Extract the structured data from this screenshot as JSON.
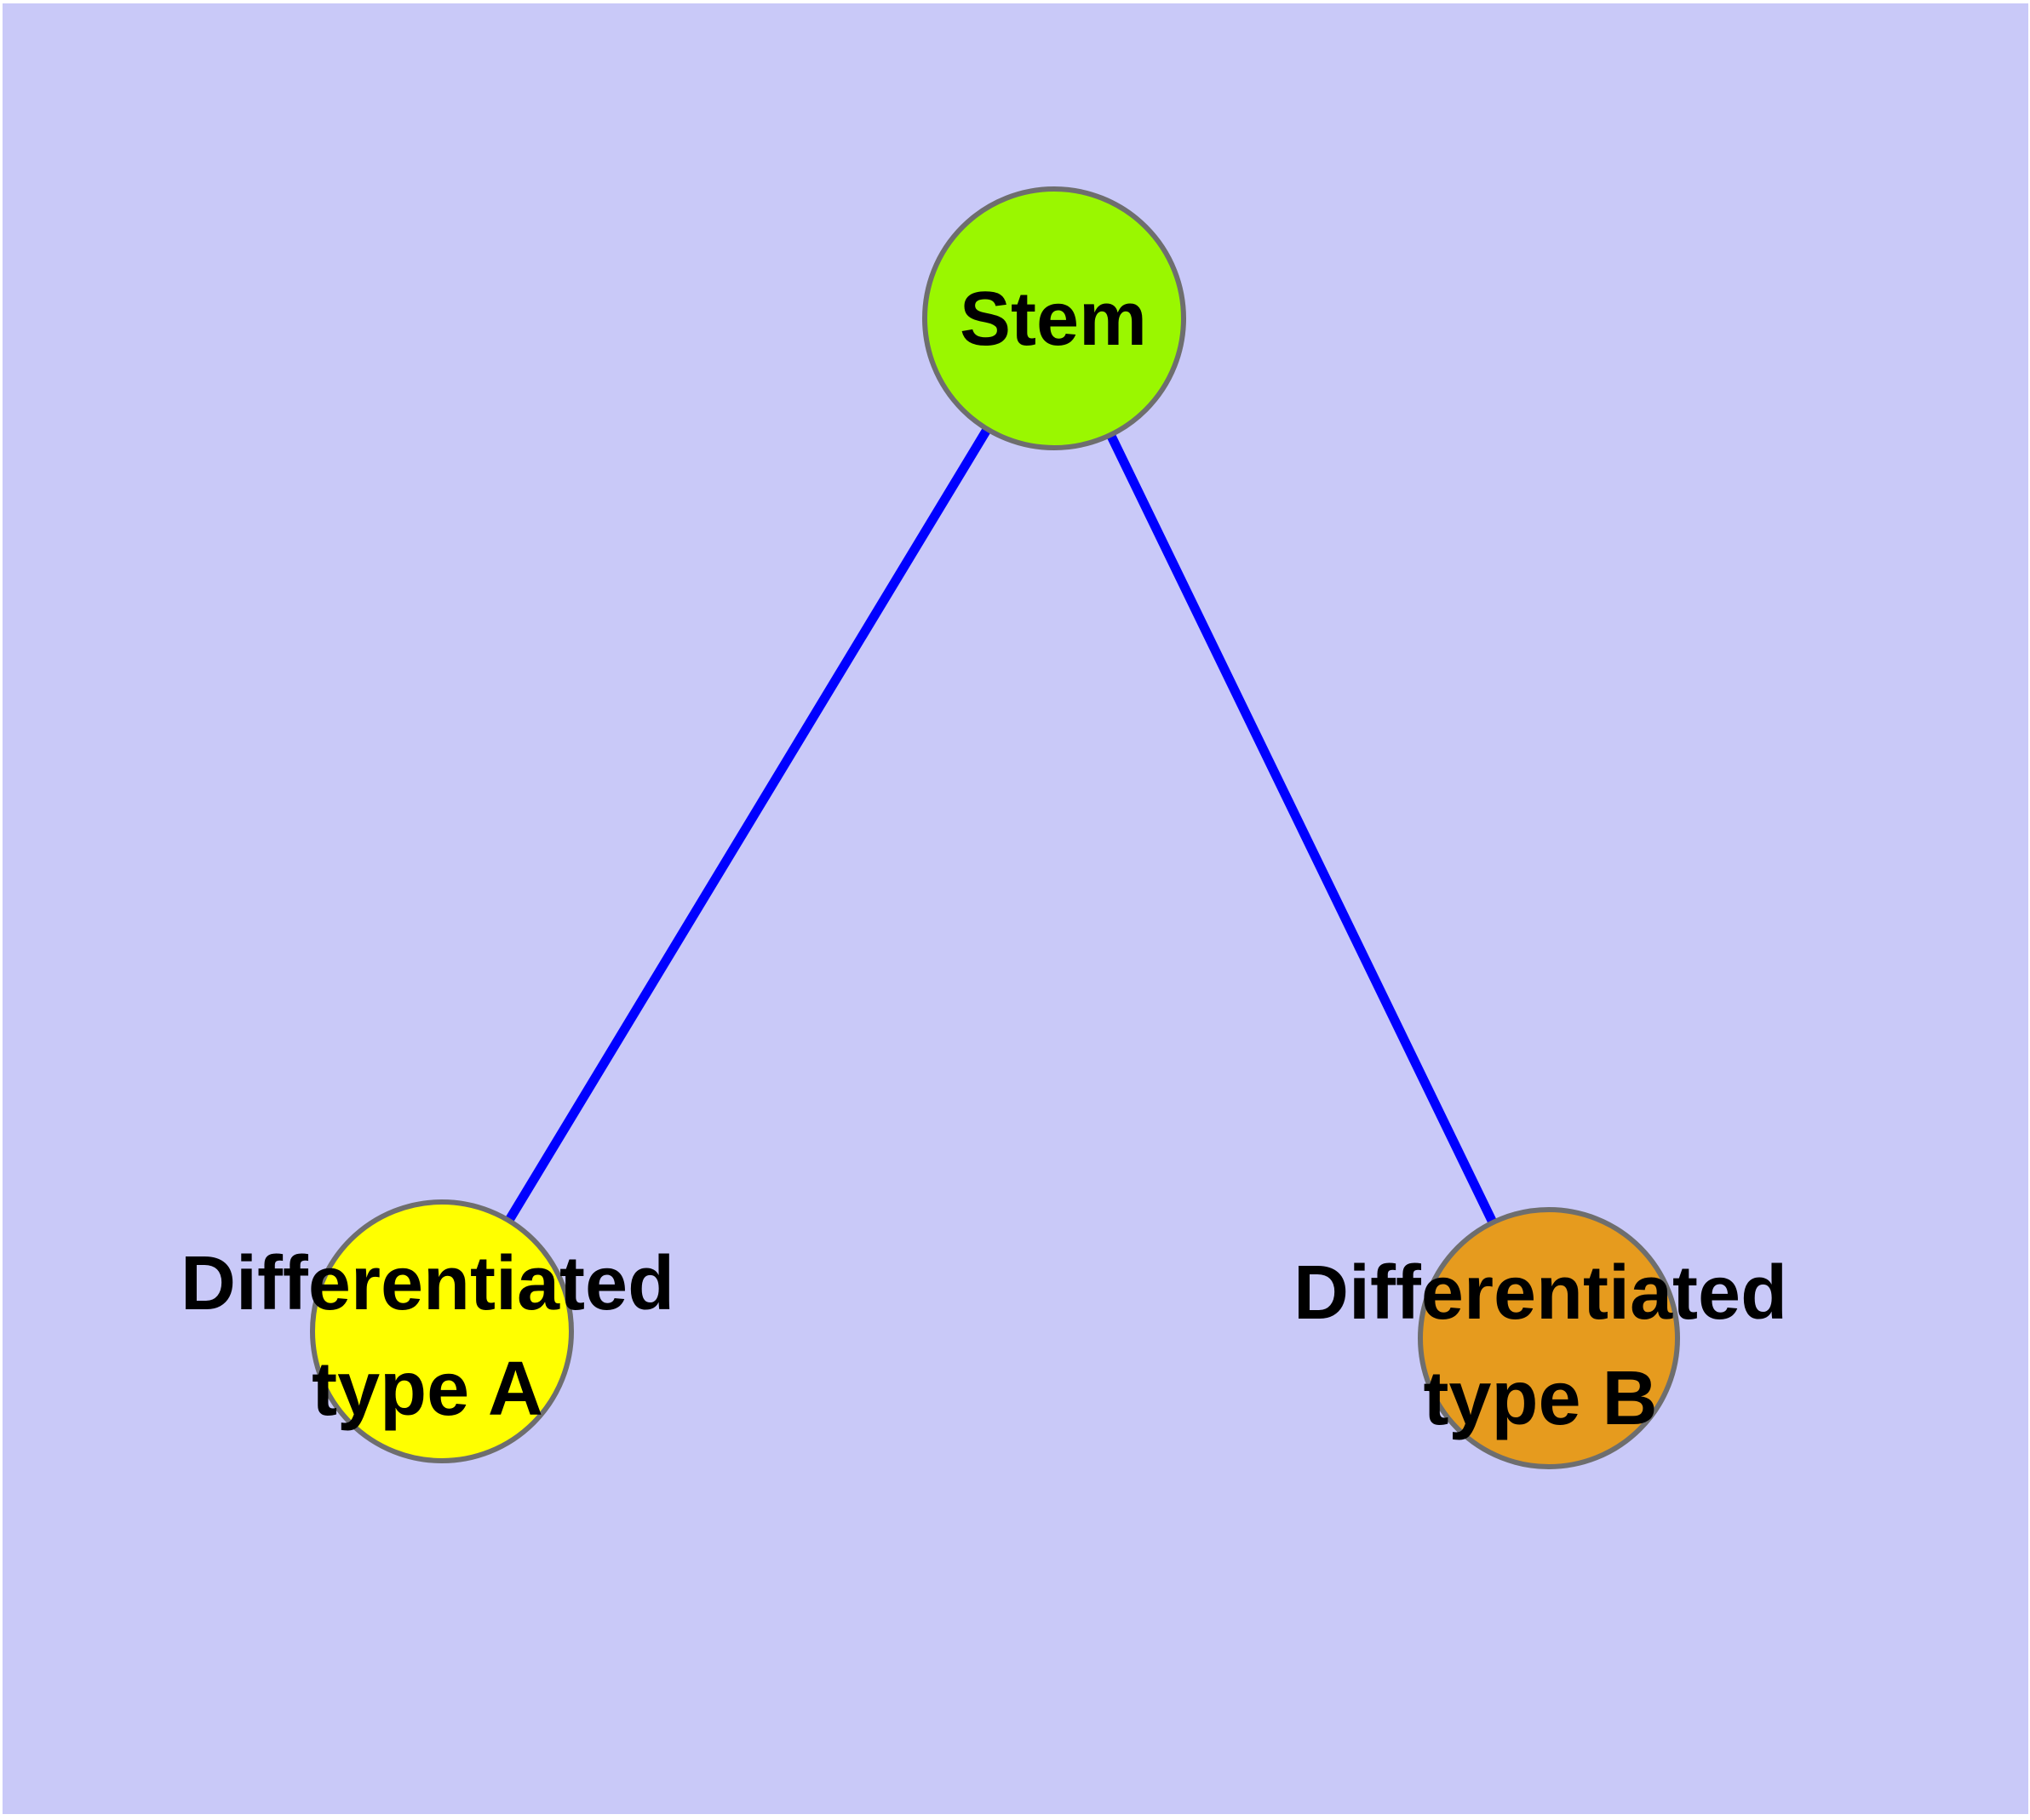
{
  "diagram": {
    "background_color": "#c9c9f8",
    "page_margin_color": "#ffffff",
    "edge_color": "#0000ff",
    "node_border_color": "#6e6e6e",
    "text_color": "#000000",
    "nodes": {
      "stem": {
        "label": "Stem",
        "fill_color": "#9af700"
      },
      "type_a": {
        "label_line1": "Differentiated",
        "label_line2": "type A",
        "fill_color": "#ffff00"
      },
      "type_b": {
        "label_line1": "Differentiated",
        "label_line2": "type B",
        "fill_color": "#e69b1e"
      }
    },
    "edges": [
      {
        "from": "Stem",
        "to": "Differentiated type A"
      },
      {
        "from": "Stem",
        "to": "Differentiated type B"
      }
    ]
  }
}
